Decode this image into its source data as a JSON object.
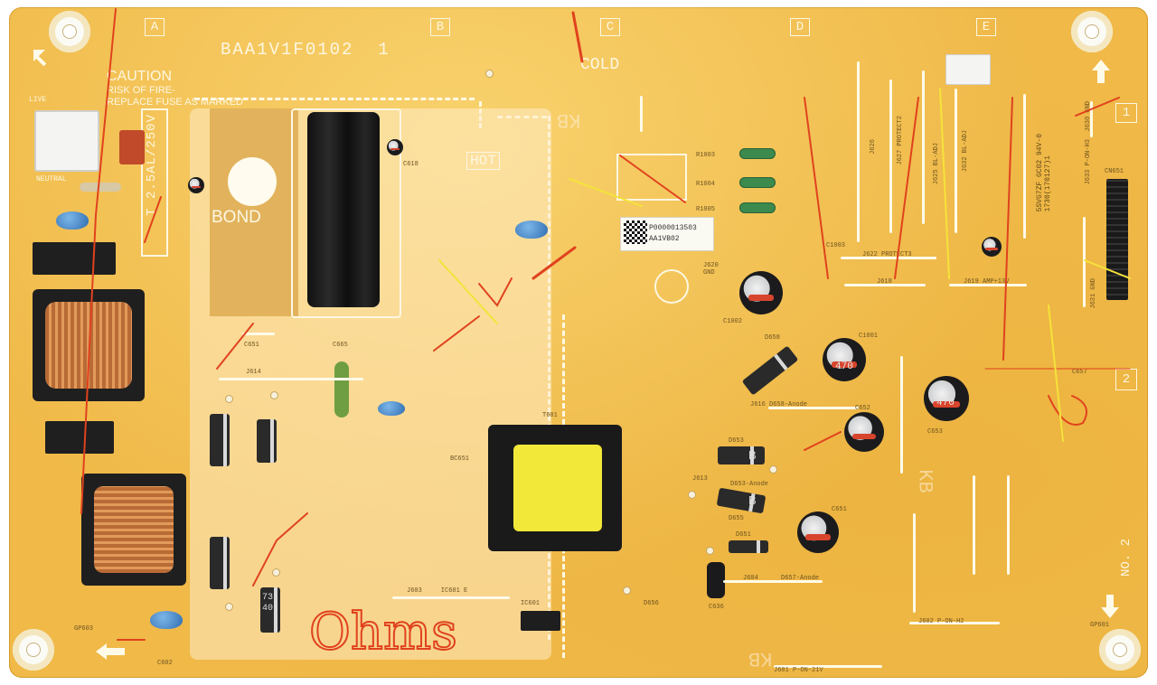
{
  "board": {
    "part_number": "BAA1V1F0102  1",
    "grid_labels": [
      "A",
      "B",
      "C",
      "D",
      "E"
    ],
    "side_labels": [
      "1",
      "2"
    ],
    "no_label": "NO. 2",
    "caution_title": "CAUTION",
    "caution_line1": "RISK OF FIRE-",
    "caution_line2": "REPLACE FUSE AS MARKED",
    "fuse_rating": "T 2.5AL/250V",
    "bond_label": "BOND",
    "hot_label": "HOT",
    "cold_label": "COLD",
    "live_label": "LIVE",
    "neutral_label": "NEUTRAL",
    "qr_text_line1": "P0000013503",
    "qr_text_line2": "AA1VB02",
    "kb_label": "KB",
    "handwriting": "Ohms",
    "jumper_labels": {
      "j622": "J622 PROTECT3",
      "j619": "J619  AMP+13V",
      "j618": "J618",
      "j620": "J620\nGND",
      "j616": "J616  D658-Anode",
      "j613": "J613",
      "d653_anode": "D653-Anode",
      "j604": "J604",
      "d657_anode": "D657-Anode",
      "j601": "J601  P-ON-21V",
      "j602": "J602  P-ON-H2",
      "j603": "J603     IC601 E",
      "j614": "J614"
    },
    "component_labels": {
      "r1003": "R1003",
      "r1004": "R1004",
      "r1005": "R1005",
      "c1003": "C1003",
      "c1002": "C1002",
      "c1001": "C1001",
      "c652": "C652",
      "c653": "C653",
      "c651": "C651",
      "c636": "C636",
      "d658": "D658",
      "d653": "D653",
      "d655": "D655",
      "d651": "D651",
      "d656": "D656",
      "ic601": "IC601",
      "t601": "T601",
      "cn651": "CN651",
      "c657": "C657",
      "gp603": "GP603",
      "gp601": "GP601",
      "c602": "C602",
      "c665": "C665",
      "c651b": "C651",
      "c618": "C618",
      "bc651": "BC651"
    },
    "cap_markings": {
      "c1001": "470",
      "c653": "470",
      "diode_a": "B",
      "diode_b": "B",
      "diode_c": "73\n40"
    },
    "model_text": "5SVG7ZF GC02 94V-0\n1730(170127)1",
    "right_vertical_labels": [
      "J626",
      "J627  PROTECT2",
      "J625  BL-ADJ",
      "J632  BL-ADJ",
      "J633  P-ON-H3",
      "J630  GND",
      "J631  GND"
    ],
    "colors": {
      "board": "#f0b948",
      "silkscreen": "#fdf7e2",
      "resistor": "#3c8a4e",
      "transformer_core": "#f2e83a",
      "marker_red": "#e0421e",
      "marker_yellow": "#f5e33a"
    },
    "icons": [
      "mounting-hole-icon",
      "arrow-up-icon",
      "arrow-down-icon",
      "arrow-left-icon",
      "recycle-pb-icon",
      "qr-code-icon"
    ]
  }
}
